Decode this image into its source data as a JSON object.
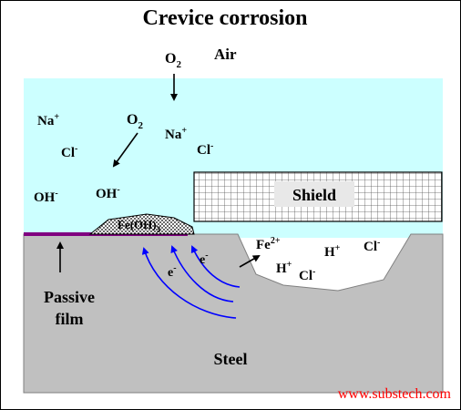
{
  "title": "Crevice corrosion",
  "labels": {
    "air": "Air",
    "o2_top": "O",
    "o2_top_sub": "2",
    "o2_mid": "O",
    "o2_mid_sub": "2",
    "na1": "Na",
    "na1_sup": "+",
    "na2": "Na",
    "na2_sup": "+",
    "cl1": "Cl",
    "cl1_sup": "-",
    "cl2": "Cl",
    "cl2_sup": "-",
    "oh1": "OH",
    "oh1_sup": "-",
    "oh2": "OH",
    "oh2_sup": "-",
    "shield": "Shield",
    "feoh": "Fe(OH)",
    "feoh_sub": "3",
    "e1": "e",
    "e1_sup": "-",
    "e2": "e",
    "e2_sup": "-",
    "fe": "Fe",
    "fe_sup": "2+",
    "h1": "H",
    "h1_sup": "+",
    "cl3": "Cl",
    "cl3_sup": "-",
    "h2": "H",
    "h2_sup": "+",
    "cl4": "Cl",
    "cl4_sup": "-",
    "passive_line1": "Passive",
    "passive_line2": "film",
    "steel": "Steel",
    "website": "www.substech.com"
  },
  "colors": {
    "water": "#ccffff",
    "steel": "#c0c0c0",
    "passive_film": "#800080",
    "electron_arrows": "#0000ff",
    "website": "#ff0000"
  }
}
